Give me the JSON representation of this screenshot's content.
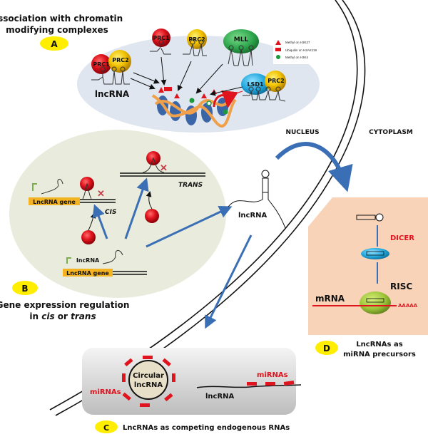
{
  "panel_a": {
    "title_line1": "Association with chromatin",
    "title_line2": "modifying complexes",
    "badge": "A",
    "lncrna_label": "lncRNA",
    "complexes": {
      "prc1_a": "PRC1",
      "prc2_a": "PRC2",
      "prc1_b": "PRC1",
      "prc2_b": "PRC2",
      "mll": "MLL",
      "lsd1": "LSD1",
      "prc2_c": "PRC2"
    },
    "legend": [
      {
        "label": "Methyl on H3K27",
        "color": "#e0141e",
        "shape": "triangle"
      },
      {
        "label": "Ubiquitin on H2AK119",
        "color": "#e0141e",
        "shape": "rectangle"
      },
      {
        "label": "Methyl on H3K4",
        "color": "#1a9a3a",
        "shape": "circle"
      }
    ]
  },
  "panel_b": {
    "badge": "B",
    "title_line1": "Gene expression regulation",
    "title_line2_a": "in ",
    "title_line2_cis": "cis",
    "title_line2_b": " or ",
    "title_line2_trans": "trans",
    "gene_label_top": "LncRNA gene",
    "gene_label_bottom": "LncRNA gene",
    "lncrna_label": "lncRNA",
    "cis_label": "CIS",
    "trans_label": "TRANS"
  },
  "center": {
    "lncrna_label": "lncRNA",
    "nucleus_label": "NUCLEUS",
    "cytoplasm_label": "CYTOPLASM"
  },
  "panel_c": {
    "badge": "C",
    "caption": "LncRNAs as competing endogenous RNAs",
    "circular_line1": "Circular",
    "circular_line2": "lncRNA",
    "mirnas_left": "miRNAs",
    "mirnas_right": "miRNAs",
    "lncrna_label": "lncRNA"
  },
  "panel_d": {
    "badge": "D",
    "caption_line1": "LncRNAs as",
    "caption_line2": "miRNA precursors",
    "dicer_label": "DICER",
    "risc_label": "RISC",
    "mrna_label": "mRNA",
    "polya_label": "AAAAA"
  },
  "colors": {
    "badge_yellow": "#ffee00",
    "red": "#e0141e",
    "prc2_yellow": "#f2c200",
    "mll_green": "#2fa84f",
    "lsd1_blue": "#21a6dc",
    "arrow_blue": "#3a6fb5",
    "panel_a_bg": "#dfe6f0",
    "panel_b_bg": "#e9ecdc",
    "panel_d_bg": "#f8d3b8",
    "gene_box": "#f4b320"
  }
}
